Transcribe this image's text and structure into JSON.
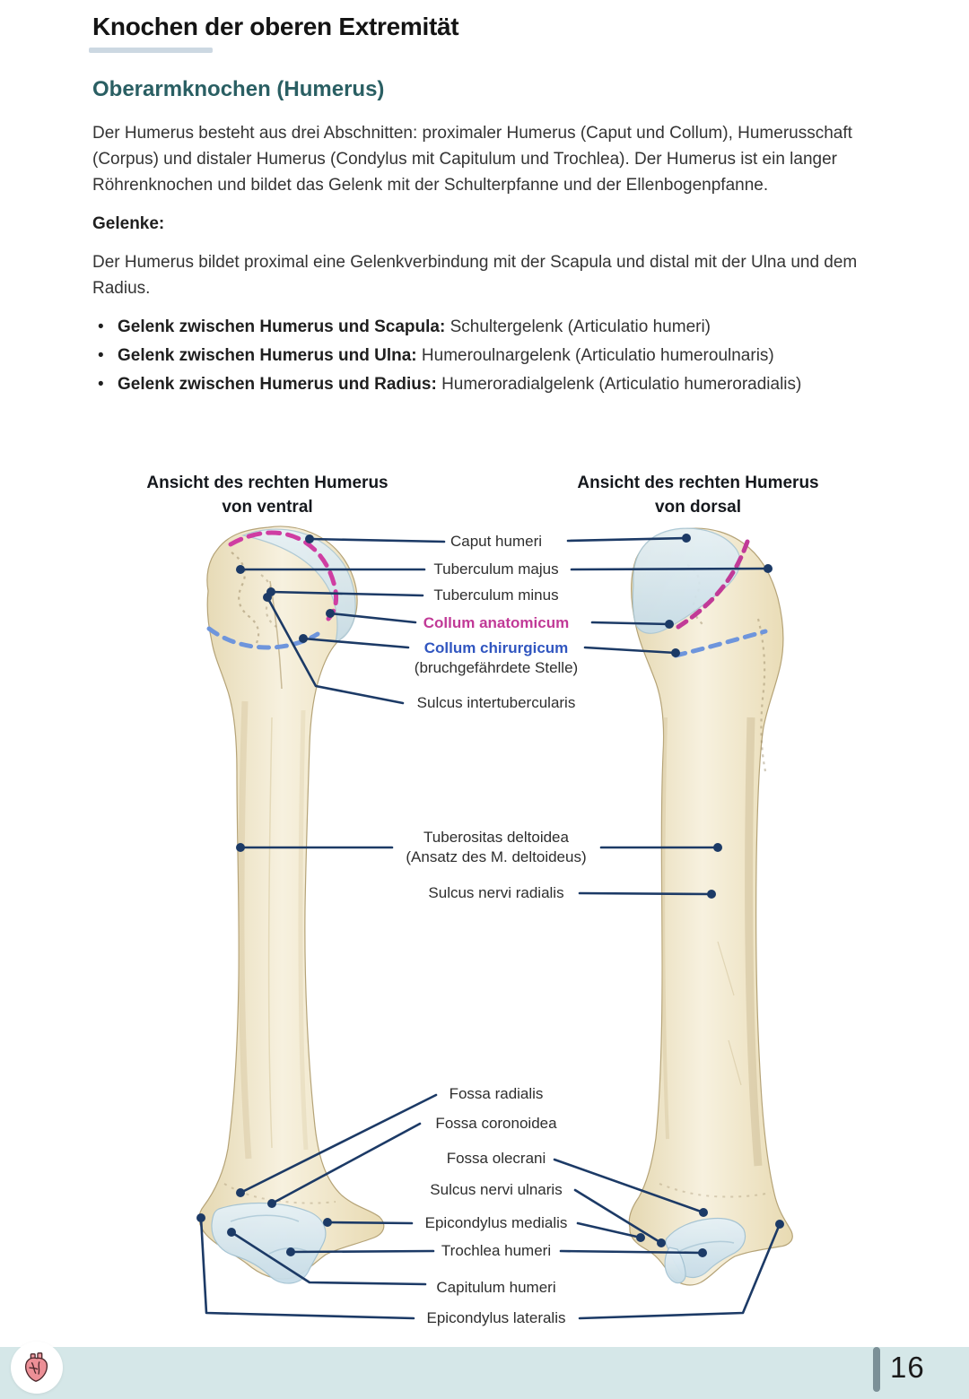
{
  "page": {
    "title": "Knochen der oberen Extremität",
    "page_number": "16"
  },
  "content": {
    "section_heading": "Oberarmknochen (Humerus)",
    "intro": "Der Humerus besteht aus drei Abschnitten: proximaler Humerus (Caput und Collum), Humerusschaft (Corpus) und distaler Humerus (Condylus mit Capitulum und Trochlea). Der Humerus ist ein langer Röhrenknochen und bildet das Gelenk mit der Schulterpfanne und der Ellenbogenpfanne.",
    "joints_heading": "Gelenke:",
    "joints_text": "Der Humerus bildet proximal eine Gelenkverbindung mit der Scapula und distal mit der Ulna und dem Radius.",
    "bullets": [
      {
        "bold": "Gelenk zwischen Humerus und Scapula:",
        "text": " Schultergelenk (Articulatio humeri)"
      },
      {
        "bold": "Gelenk zwischen Humerus und Ulna:",
        "text": " Humeroulnargelenk (Articulatio humeroulnaris)"
      },
      {
        "bold": "Gelenk zwischen Humerus und Radius:",
        "text": " Humeroradialgelenk (Articulatio humeroradialis)"
      }
    ]
  },
  "figure": {
    "left_heading_line1": "Ansicht des rechten Humerus",
    "left_heading_line2": "von ventral",
    "right_heading_line1": "Ansicht des rechten Humerus",
    "right_heading_line2": "von dorsal",
    "labels": {
      "caput": "Caput humeri",
      "tuberculum_majus": "Tuberculum majus",
      "tuberculum_minus": "Tuberculum minus",
      "collum_anatomicum": "Collum anatomicum",
      "collum_chirurgicum": "Collum chirurgicum",
      "collum_chirurgicum_note": "(bruchgefährdete Stelle)",
      "sulcus_intertubercularis": "Sulcus intertubercularis",
      "tuberositas_deltoidea": "Tuberositas deltoidea",
      "tuberositas_deltoidea_note": "(Ansatz des M. deltoideus)",
      "sulcus_nervi_radialis": "Sulcus nervi radialis",
      "fossa_radialis": "Fossa radialis",
      "fossa_coronoidea": "Fossa coronoidea",
      "fossa_olecrani": "Fossa olecrani",
      "sulcus_nervi_ulnaris": "Sulcus nervi ulnaris",
      "epicondylus_medialis": "Epicondylus medialis",
      "trochlea": "Trochlea humeri",
      "capitulum": "Capitulum humeri",
      "epicondylus_lateralis": "Epicondylus lateralis"
    }
  },
  "colors": {
    "accent_teal": "#2a5f63",
    "leader_line_navy": "#1c3a66",
    "collum_anatomicum_pink": "#c13a97",
    "collum_chirurgicum_blue": "#3156c0",
    "anatomical_neck_dash": "#cf3da2",
    "surgical_neck_dash": "#6e95dc",
    "bone_fill": "#f2ead2",
    "cartilage_fill": "#d8e9f0",
    "footer_bg": "#d5e7e8",
    "title_underline": "#ccd8e2"
  }
}
